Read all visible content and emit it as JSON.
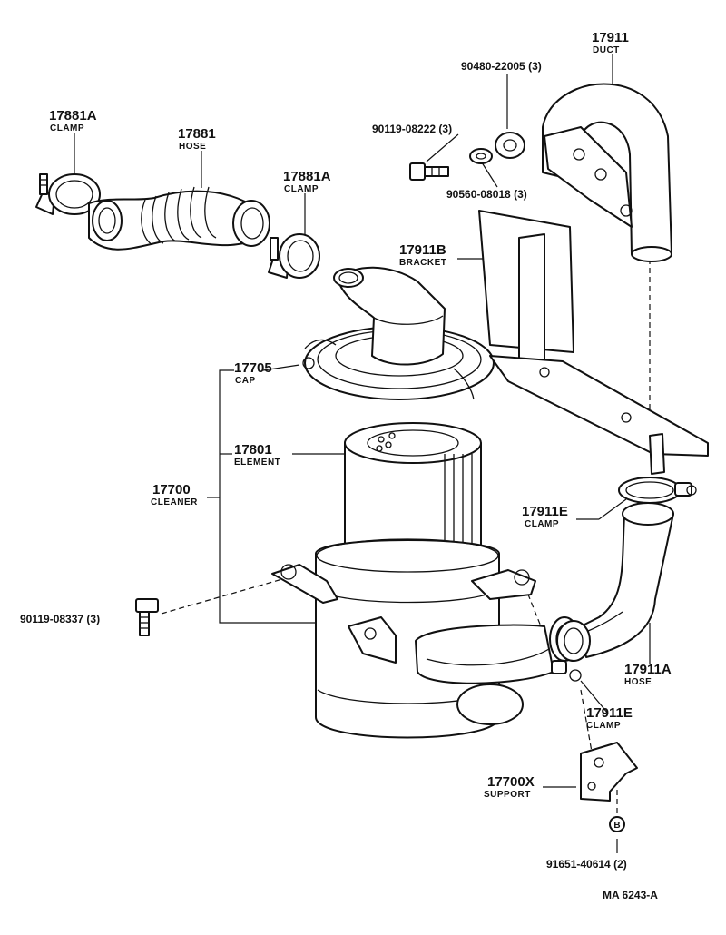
{
  "parts": {
    "clamp_left": {
      "number": "17881A",
      "name": "CLAMP"
    },
    "hose_top": {
      "number": "17881",
      "name": "HOSE"
    },
    "clamp_mid": {
      "number": "17881A",
      "name": "CLAMP"
    },
    "duct": {
      "number": "17911",
      "name": "DUCT"
    },
    "bracket": {
      "number": "17911B",
      "name": "BRACKET"
    },
    "cap": {
      "number": "17705",
      "name": "CAP"
    },
    "element": {
      "number": "17801",
      "name": "ELEMENT"
    },
    "cleaner": {
      "number": "17700",
      "name": "CLEANER"
    },
    "clamp_e_top": {
      "number": "17911E",
      "name": "CLAMP"
    },
    "hose_right": {
      "number": "17911A",
      "name": "HOSE"
    },
    "clamp_e_low": {
      "number": "17911E",
      "name": "CLAMP"
    },
    "support": {
      "number": "17700X",
      "name": "SUPPORT"
    }
  },
  "fasteners": {
    "grommet": "90480-22005 (3)",
    "bolt_top": "90119-08222 (3)",
    "collar": "90560-08018 (3)",
    "bolt_left": "90119-08337 (3)",
    "nut_bottom": "91651-40614 (2)"
  },
  "nut_marker": "B",
  "drawing_code": "MA  6243-A"
}
